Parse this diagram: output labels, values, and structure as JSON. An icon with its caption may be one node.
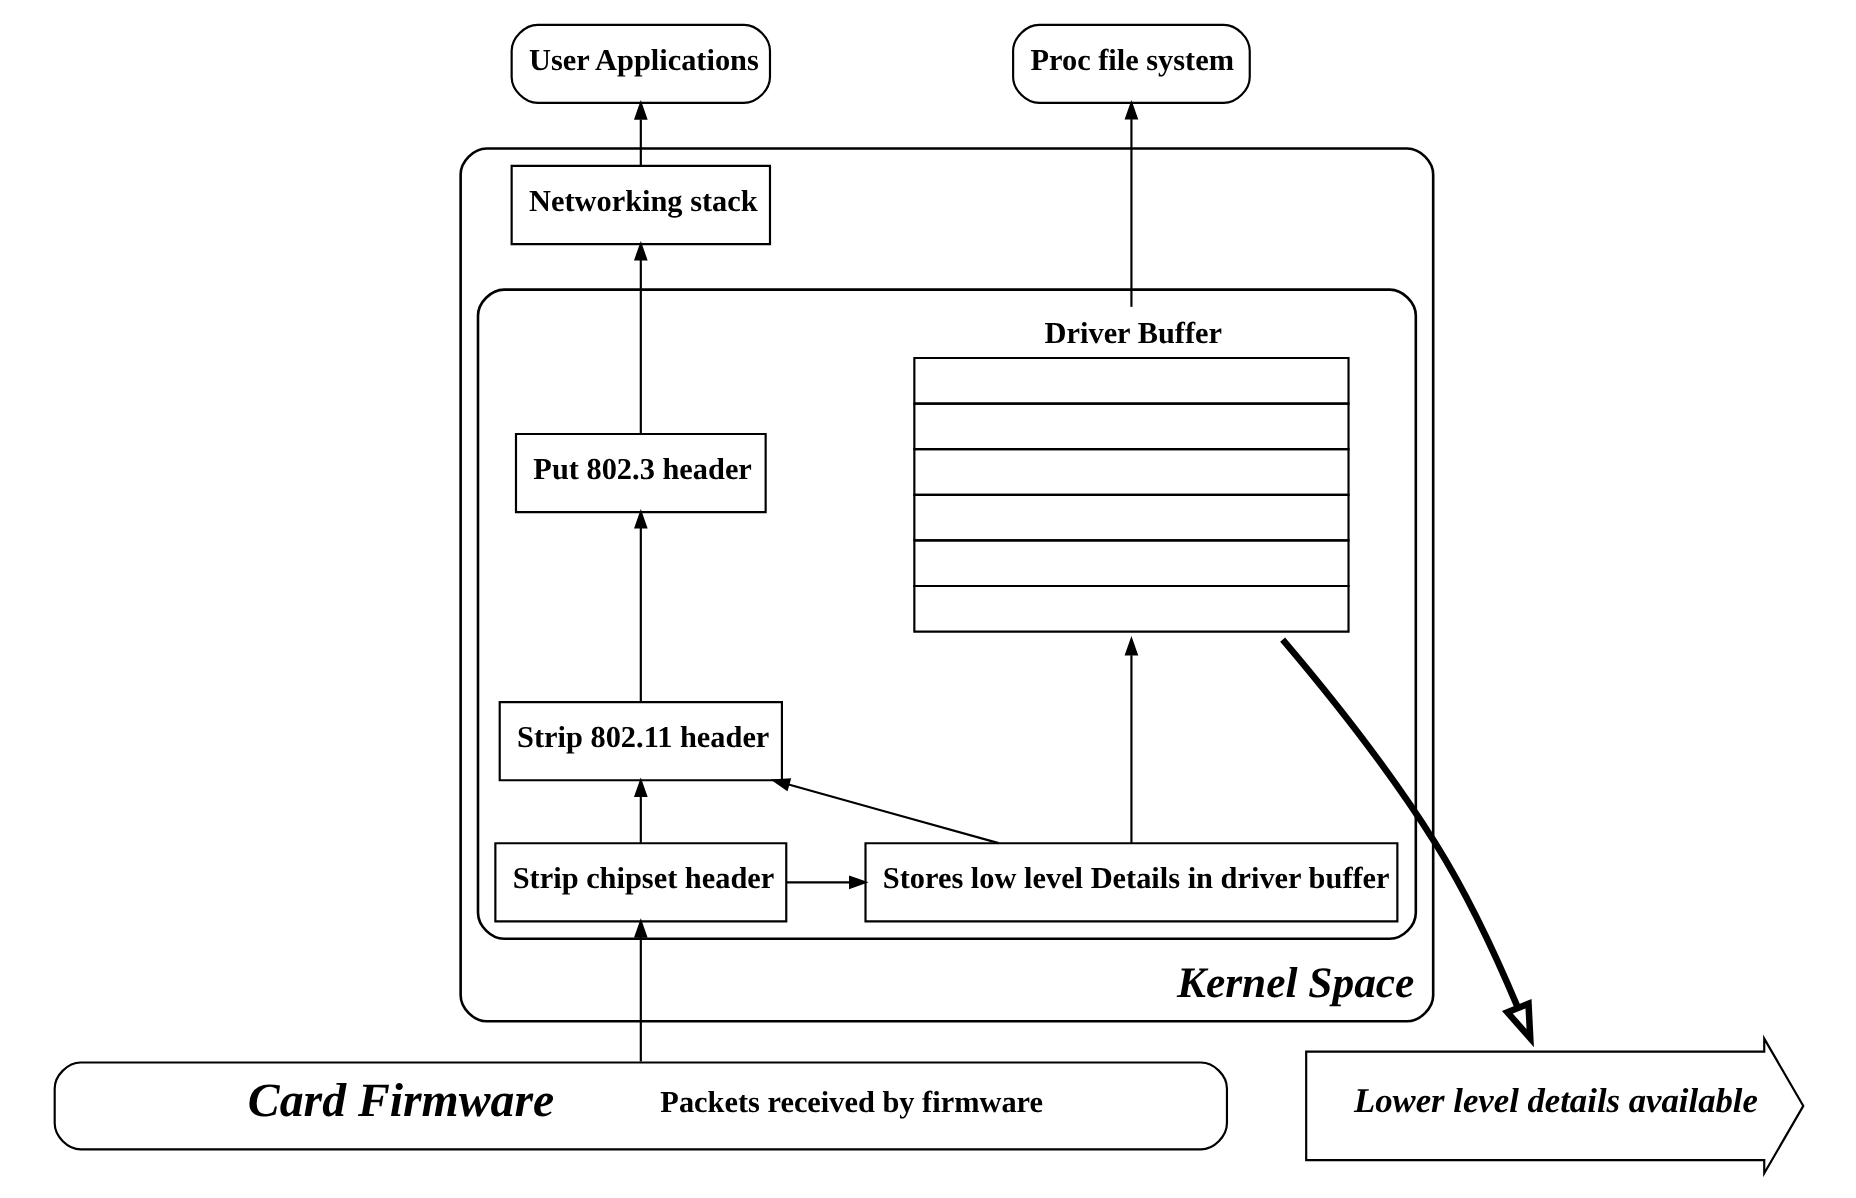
{
  "diagram": {
    "nodes": [
      {
        "text": [
          "User Applications"
        ]
      },
      {
        "text": [
          "Proc file system"
        ]
      },
      {
        "text": [
          "Kernel Space"
        ]
      },
      {
        "text": [
          "Networking stack"
        ],
        "in": 2
      },
      {
        "text": [],
        "shape": "box",
        "in": 2
      },
      {
        "text": [
          "Put 802.3 header"
        ],
        "in": 4
      },
      {
        "text": [
          "Driver Buffer"
        ],
        "in": 4
      },
      {
        "text": [
          "Strip 802.11 header"
        ],
        "in": 4
      },
      {
        "text": [
          "Strip chipset header"
        ],
        "in": 4
      },
      {
        "text": [
          "Stores low level Details in driver buffer"
        ],
        "in": 4
      },
      {
        "text": [
          "Lower level details available"
        ]
      },
      {
        "text": [
          "Card Firmware",
          "Packets received by firmware"
        ]
      }
    ],
    "edges": [
      {
        "from": 11,
        "to": 8,
        "arrow": "to"
      },
      {
        "from": 8,
        "to": 7,
        "arrow": "to"
      },
      {
        "from": 7,
        "to": 5,
        "arrow": "to"
      },
      {
        "from": 5,
        "to": 3,
        "arrow": "to"
      },
      {
        "from": 3,
        "to": 0,
        "arrow": "to"
      },
      {
        "from": 6,
        "to": 1,
        "arrow": "to"
      },
      {
        "from": 8,
        "to": 9,
        "arrow": "to"
      },
      {
        "from": 9,
        "to": 7,
        "arrow": "to"
      },
      {
        "from": 9,
        "to": 6,
        "arrow": "to"
      },
      {
        "from": 6,
        "to": 10,
        "arrow": "to",
        "style": "thick"
      }
    ]
  }
}
